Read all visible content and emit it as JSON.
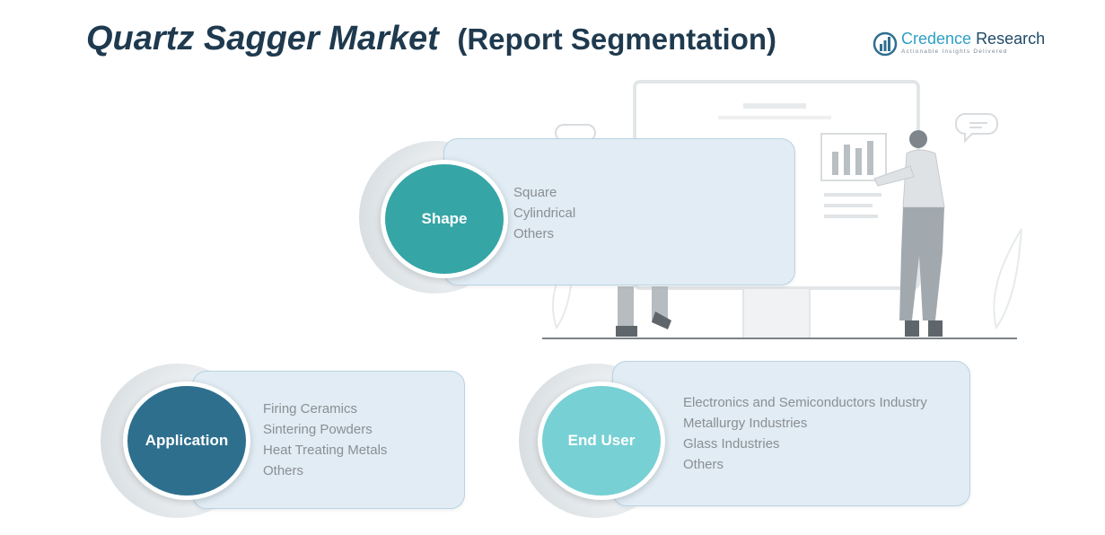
{
  "header": {
    "title": "Quartz Sagger Market",
    "subtitle": "(Report Segmentation)"
  },
  "logo": {
    "name_part1": "Credence",
    "name_part2": "Research",
    "tagline": "Actionable Insights Delivered"
  },
  "segments": {
    "shape": {
      "label": "Shape",
      "color": "#35a5a5",
      "items": [
        "Square",
        "Cylindrical",
        "Others"
      ]
    },
    "application": {
      "label": "Application",
      "color": "#2e6f8e",
      "items": [
        "Firing Ceramics",
        "Sintering Powders",
        "Heat Treating Metals",
        "Others"
      ]
    },
    "end_user": {
      "label": "End User",
      "color": "#77d0d4",
      "items": [
        "Electronics and Semiconductors Industry",
        "Metallurgy Industries",
        "Glass Industries",
        "Others"
      ]
    }
  },
  "colors": {
    "title": "#1f3a4f",
    "card_background": "#e1ecf4",
    "card_border": "#b9d3e3",
    "item_text": "#8a8f93"
  }
}
